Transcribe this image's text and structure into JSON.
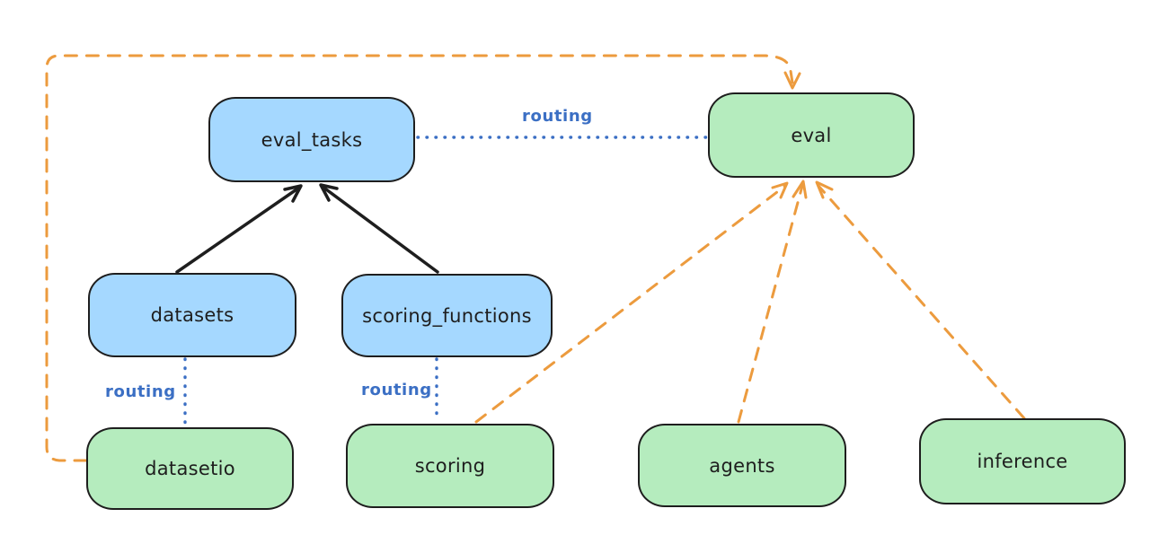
{
  "diagram": {
    "nodes": [
      {
        "id": "eval_tasks",
        "label": "eval_tasks",
        "fill": "#a5d8ff"
      },
      {
        "id": "eval",
        "label": "eval",
        "fill": "#b5ecbe"
      },
      {
        "id": "datasets",
        "label": "datasets",
        "fill": "#a5d8ff"
      },
      {
        "id": "scoring_functions",
        "label": "scoring_functions",
        "fill": "#a5d8ff"
      },
      {
        "id": "datasetio",
        "label": "datasetio",
        "fill": "#b5ecbe"
      },
      {
        "id": "scoring",
        "label": "scoring",
        "fill": "#b5ecbe"
      },
      {
        "id": "agents",
        "label": "agents",
        "fill": "#b5ecbe"
      },
      {
        "id": "inference",
        "label": "inference",
        "fill": "#b5ecbe"
      }
    ],
    "edge_labels": [
      {
        "text": "routing"
      },
      {
        "text": "routing"
      },
      {
        "text": "routing"
      }
    ],
    "edges": [
      {
        "from": "datasets",
        "to": "eval_tasks",
        "style": "solid-black-arrow"
      },
      {
        "from": "scoring_functions",
        "to": "eval_tasks",
        "style": "solid-black-arrow"
      },
      {
        "from": "eval_tasks",
        "to": "eval",
        "style": "dotted-blue",
        "label": "routing"
      },
      {
        "from": "datasets",
        "to": "datasetio",
        "style": "dotted-blue",
        "label": "routing"
      },
      {
        "from": "scoring_functions",
        "to": "scoring",
        "style": "dotted-blue",
        "label": "routing"
      },
      {
        "from": "datasetio",
        "to": "eval",
        "style": "dashed-orange-arrow"
      },
      {
        "from": "scoring",
        "to": "eval",
        "style": "dashed-orange-arrow"
      },
      {
        "from": "agents",
        "to": "eval",
        "style": "dashed-orange-arrow"
      },
      {
        "from": "inference",
        "to": "eval",
        "style": "dashed-orange-arrow"
      }
    ],
    "colors": {
      "node_stroke": "#1e1e1e",
      "blue_fill": "#a5d8ff",
      "green_fill": "#b5ecbe",
      "routing_blue": "#3b6fc4",
      "orange": "#ec9b3e",
      "black_arrow": "#1e1e1e"
    }
  }
}
